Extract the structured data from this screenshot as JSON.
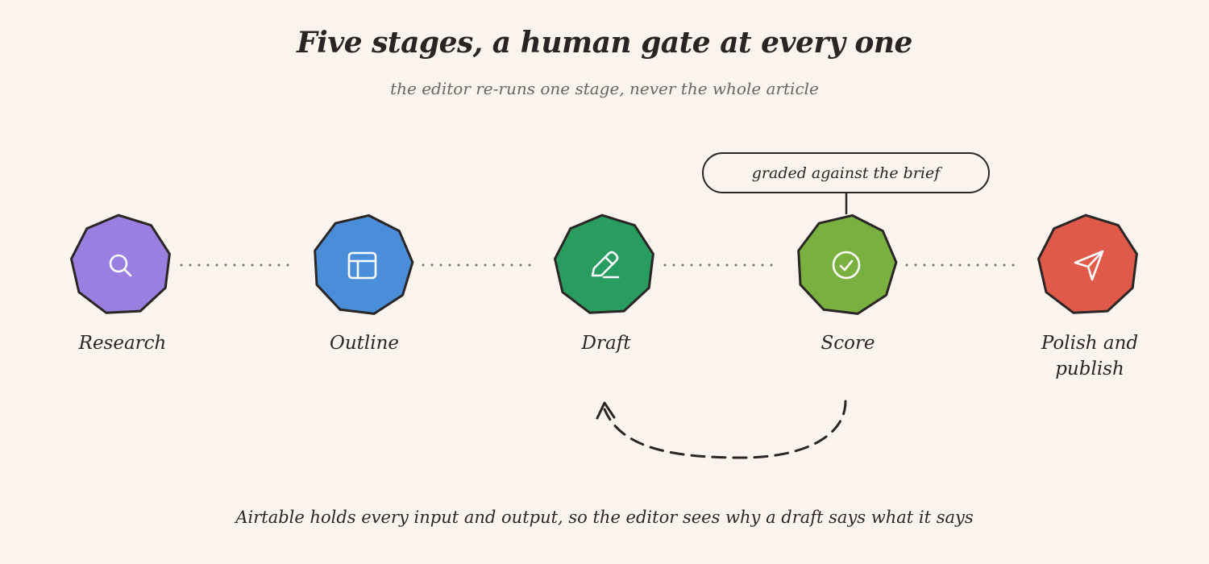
{
  "title": "Five stages, a human gate at every one",
  "subtitle": "the editor re-runs one stage, never the whole article",
  "callout": "graded against the brief",
  "footer": "Airtable holds every input and output, so the editor sees why a draft says what it says",
  "stages": [
    {
      "label": "Research",
      "icon": "search-icon",
      "color": "#9b7fe0"
    },
    {
      "label": "Outline",
      "icon": "layout-icon",
      "color": "#4a8ed9"
    },
    {
      "label": "Draft",
      "icon": "pencil-icon",
      "color": "#299c5f"
    },
    {
      "label": "Score",
      "icon": "check-circle-icon",
      "color": "#7ab040"
    },
    {
      "label": "Polish and publish",
      "icon": "send-icon",
      "color": "#e05a4a"
    }
  ],
  "colors": {
    "background": "#fbf3ed",
    "stroke": "#2b2626",
    "connector": "#7a7272"
  }
}
